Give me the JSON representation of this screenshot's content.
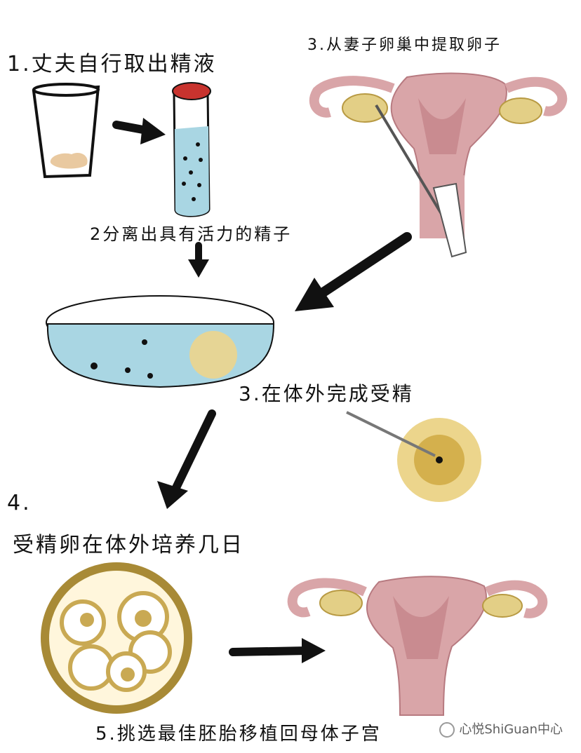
{
  "steps": {
    "step1": "1.丈夫自行取出精液",
    "step2": "2分离出具有活力的精子",
    "step3a": "3.从妻子卵巢中提取卵子",
    "step3b": "3.在体外完成受精",
    "step4num": "4.",
    "step4": "受精卵在体外培养几日",
    "step5": "5.挑选最佳胚胎移植回母体子宫"
  },
  "watermark": "心悦ShiGuan中心",
  "colors": {
    "uterus": "#d9a5a8",
    "uterus_dark": "#c98b90",
    "ovary": "#e3cf86",
    "fluid": "#a9d6e3",
    "egg_outer": "#ecd58c",
    "egg_inner": "#d4b04d",
    "embryo_ring": "#a88a36",
    "arrow": "#111111",
    "tube_cap": "#c8332e"
  }
}
